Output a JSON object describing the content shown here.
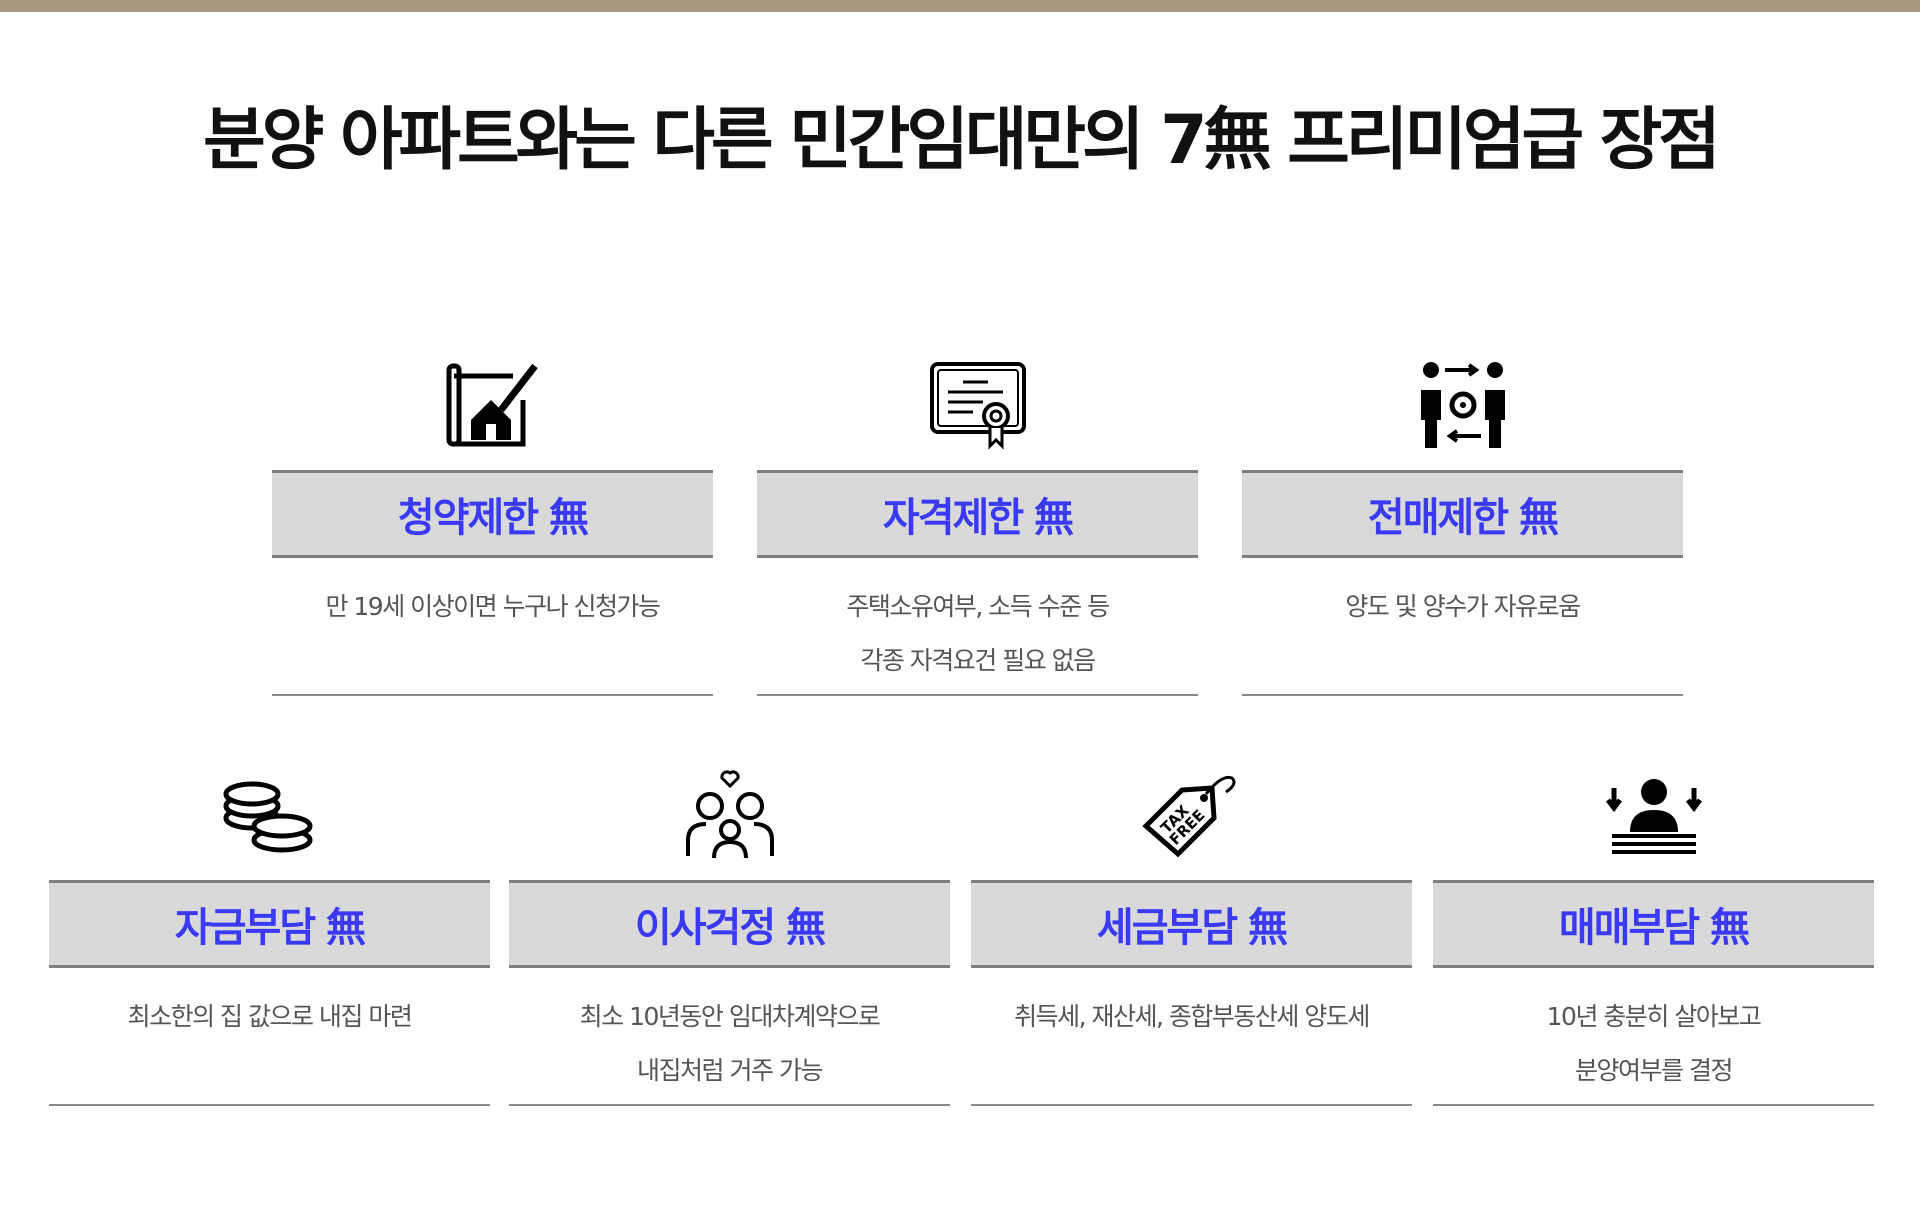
{
  "title": "분양 아파트와는 다른 민간임대만의 7無 프리미엄급 장점",
  "colors": {
    "top_bar": "#a59a7f",
    "header_text": "#3a3af5",
    "header_bg": "#d9d9d9"
  },
  "cards": [
    {
      "icon": "house-blueprint-pencil-icon",
      "heading": "청약제한 無",
      "lines": [
        "만 19세 이상이면 누구나 신청가능"
      ]
    },
    {
      "icon": "certificate-icon",
      "heading": "자격제한 無",
      "lines": [
        "주택소유여부, 소득 수준 등",
        "각종 자격요건 필요 없음"
      ]
    },
    {
      "icon": "people-exchange-icon",
      "heading": "전매제한 無",
      "lines": [
        "양도 및 양수가 자유로움"
      ]
    },
    {
      "icon": "coins-icon",
      "heading": "자금부담 無",
      "lines": [
        "최소한의 집 값으로 내집 마련"
      ]
    },
    {
      "icon": "family-icon",
      "heading": "이사걱정 無",
      "lines": [
        "최소 10년동안 임대차계약으로",
        "내집처럼 거주 가능"
      ]
    },
    {
      "icon": "tax-free-tag-icon",
      "heading": "세금부담 無",
      "lines": [
        "취득세, 재산세, 종합부동산세 양도세"
      ]
    },
    {
      "icon": "businessman-desk-icon",
      "heading": "매매부담 無",
      "lines": [
        "10년 충분히 살아보고",
        "분양여부를 결정"
      ]
    }
  ],
  "tag_text": [
    "TAX",
    "FREE"
  ]
}
